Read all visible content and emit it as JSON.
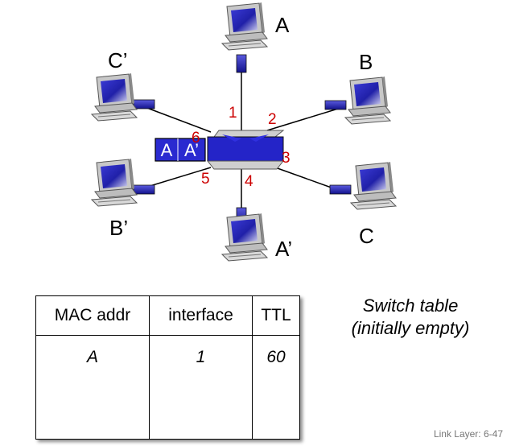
{
  "hosts": {
    "a": "A",
    "b": "B",
    "c": "C",
    "a_prime": "A’",
    "b_prime": "B’",
    "c_prime": "C’"
  },
  "ports": {
    "p1": "1",
    "p2": "2",
    "p3": "3",
    "p4": "4",
    "p5": "5",
    "p6": "6"
  },
  "frame": {
    "source": "A",
    "destination": "A’"
  },
  "table": {
    "headers": [
      "MAC addr",
      "interface",
      "TTL"
    ],
    "rows": [
      [
        "A",
        "1",
        "60"
      ]
    ]
  },
  "caption": {
    "line1": "Switch table",
    "line2": "(initially empty)"
  },
  "footer": "Link Layer: 6-47",
  "colors": {
    "switch": "#2222cc",
    "port_labels": "#cc0000",
    "connector": "#1a1aa0"
  }
}
